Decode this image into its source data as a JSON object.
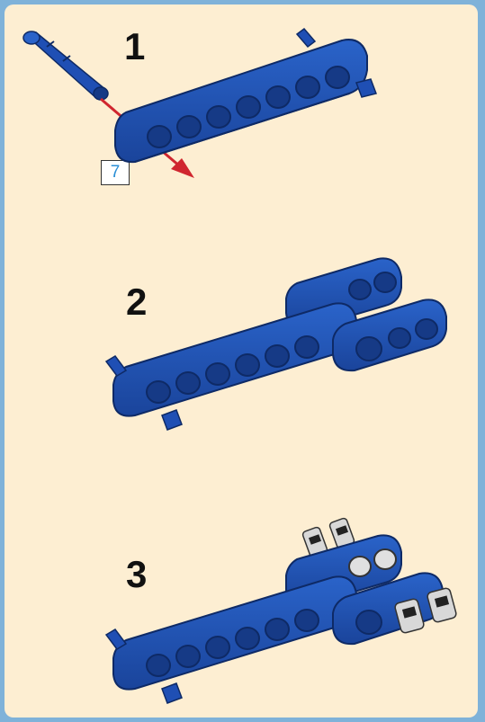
{
  "steps": [
    {
      "number": "1",
      "callout_quantity": "7"
    },
    {
      "number": "2"
    },
    {
      "number": "3"
    }
  ],
  "colors": {
    "beam_blue": "#1f4fb4",
    "beam_dark": "#163a86",
    "arrow_red": "#d0262f",
    "panel_bg": "#fdeed2",
    "frame_bg": "#7fb2d9",
    "callout_text": "#2b8fd6",
    "pin_gray": "#d8d8d8"
  },
  "icons": [
    "blue-axle-pin",
    "red-insertion-arrow",
    "gray-friction-pin"
  ]
}
